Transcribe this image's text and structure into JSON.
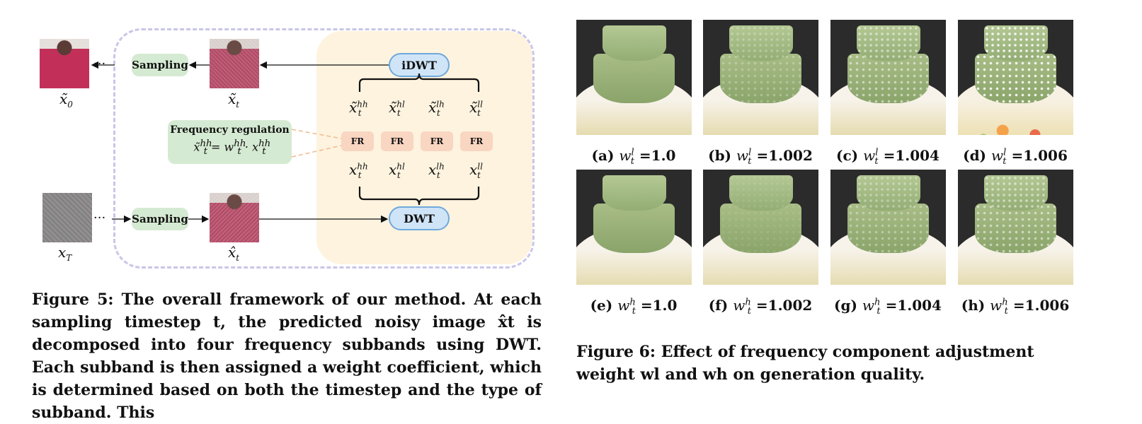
{
  "figure5": {
    "nodes": {
      "sampling_top": "Sampling",
      "sampling_bottom": "Sampling",
      "idwt": "iDWT",
      "dwt": "DWT",
      "fr": [
        "FR",
        "FR",
        "FR",
        "FR"
      ],
      "dots_top": "···",
      "dots_bottom": "···"
    },
    "frequency_regulation": {
      "title": "Frequency regulation"
    },
    "caption": "Figure 5: The overall framework of our method. At each sampling timestep t, the predicted noisy image x̂t is decomposed into four frequency subbands using DWT. Each subband is then assigned a weight coefficient, which is determined based on both the timestep and the type of subband. This"
  },
  "figure6": {
    "tiles": [
      {
        "id": "a",
        "weight": "l",
        "value": "1.0",
        "flowers": 0.0
      },
      {
        "id": "b",
        "weight": "l",
        "value": "1.002",
        "flowers": 0.3
      },
      {
        "id": "c",
        "weight": "l",
        "value": "1.004",
        "flowers": 0.6
      },
      {
        "id": "d",
        "weight": "l",
        "value": "1.006",
        "flowers": 1.0
      },
      {
        "id": "e",
        "weight": "h",
        "value": "1.0",
        "flowers": 0.0
      },
      {
        "id": "f",
        "weight": "h",
        "value": "1.002",
        "flowers": 0.1
      },
      {
        "id": "g",
        "weight": "h",
        "value": "1.004",
        "flowers": 0.4
      },
      {
        "id": "h",
        "weight": "h",
        "value": "1.006",
        "flowers": 0.6
      }
    ],
    "caption": "Figure 6: Effect of frequency component adjustment weight wl and wh on generation quality."
  }
}
